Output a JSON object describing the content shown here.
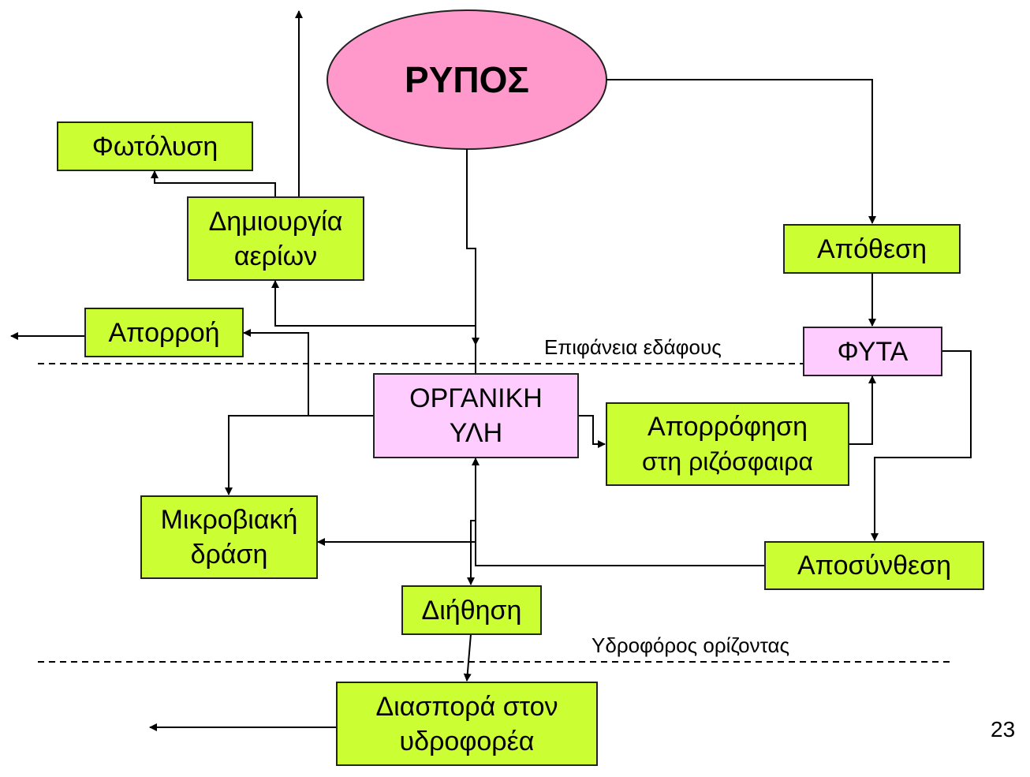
{
  "title": "ΡΥΠΟΣ",
  "nodes": {
    "photolysis": "Φωτόλυση",
    "gas_formation": [
      "Δημιουργία",
      "αερίων"
    ],
    "runoff": "Απορροή",
    "organic_matter": [
      "ΟΡΓΑΝΙΚΗ",
      "ΥΛΗ"
    ],
    "rhizosphere_absorption": [
      "Απορρόφηση",
      "στη ριζόσφαιρα"
    ],
    "deposition": "Απόθεση",
    "plants": "ΦΥΤΑ",
    "microbial_action": [
      "Μικροβιακή",
      "δράση"
    ],
    "decomposition": "Αποσύνθεση",
    "infiltration": "Διήθηση",
    "aquifer_dispersion": [
      "Διασπορά στον",
      "υδροφορέα"
    ]
  },
  "labels": {
    "soil_surface": "Επιφάνεια εδάφους",
    "water_table": "Υδροφόρος ορίζοντας"
  },
  "page_number": "23",
  "colors": {
    "green": "#ccff33",
    "pink": "#ffccff",
    "ellipse": "#ff99cc"
  }
}
